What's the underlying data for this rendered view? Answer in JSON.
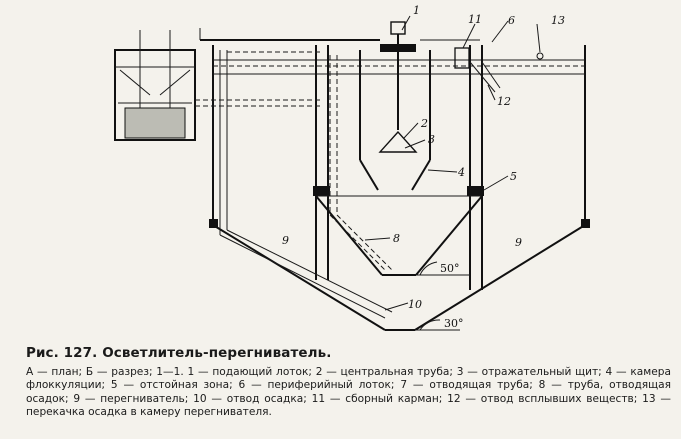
{
  "figure": {
    "labels": [
      "1",
      "2",
      "3",
      "4",
      "5",
      "6",
      "8",
      "9",
      "9",
      "10",
      "11",
      "12",
      "13"
    ],
    "angles": [
      "50°",
      "30°"
    ]
  },
  "caption": {
    "title": "Рис. 127. Осветлитель-перегниватель.",
    "legend": "А — план; Б — разрез; 1—1. 1 — подающий лоток; 2 — центральная труба; 3 — отражательный щит; 4 — камера флоккуляции; 5 — отстойная зона; 6 — периферийный лоток; 7 — отводящая труба; 8 — труба, отводящая осадок; 9 — перегниватель; 10 — отвод осадка; 11 — сборный карман; 12 — отвод всплывших веществ; 13 — перекачка осадка в камеру перегнивателя."
  }
}
